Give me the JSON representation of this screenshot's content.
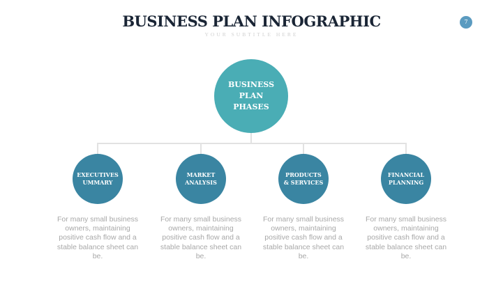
{
  "header": {
    "title": "BUSINESS PLAN INFOGRAPHIC",
    "subtitle": "YOUR SUBTITLE HERE",
    "page_number": "7"
  },
  "root": {
    "label": "BUSINESS PLAN PHASES"
  },
  "phases": [
    {
      "label": "EXECUTIVES UMMARY",
      "description": "For many small business owners, maintaining positive cash flow and a stable balance sheet can be."
    },
    {
      "label": "MARKET ANALYSIS",
      "description": "For many small business owners, maintaining positive cash flow and a stable balance sheet can be."
    },
    {
      "label": "PRODUCTS & SERVICES",
      "description": "For many small business owners, maintaining positive cash flow and a stable balance sheet can be."
    },
    {
      "label": "FINANCIAL PLANNING",
      "description": "For many small business owners, maintaining positive cash flow and a stable balance sheet can be."
    }
  ],
  "colors": {
    "root": "#4aadb5",
    "phase": "#3a85a2",
    "title": "#1a2535"
  }
}
